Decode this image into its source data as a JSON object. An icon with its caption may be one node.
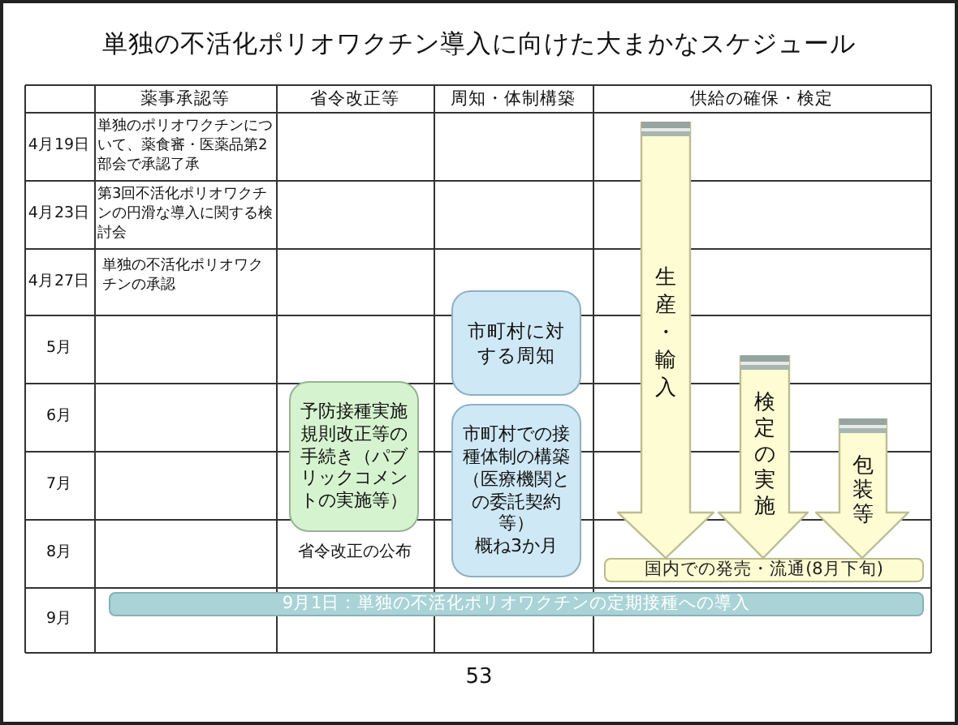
{
  "diagram": {
    "title": "単独の不活化ポリオワクチン導入に向けた大まかなスケジュール",
    "nodes": [
      {
        "text": [
          "市町村に対する周知"
        ]
      },
      {
        "text": [
          "予防接種実施規則改正等の手続き（パブリックコメントの実施等）"
        ]
      },
      {
        "text": [
          "市町村での接種体制の構築（医療機関との委託契約等）",
          "概ね3か月"
        ]
      },
      {
        "text": [
          "国内での発売・流通(8月下旬)"
        ]
      },
      {
        "text": [
          "9月1日：単独の不活化ポリオワクチンの定期接種への導入"
        ]
      }
    ],
    "edges": [
      {
        "from": null,
        "to": 3,
        "arrow": "to",
        "label": "生産・輸入"
      },
      {
        "from": null,
        "to": 3,
        "arrow": "to",
        "label": "検定の実施"
      },
      {
        "from": null,
        "to": 3,
        "arrow": "to",
        "label": "包装等"
      }
    ],
    "labels": [
      "薬事承認等",
      "省令改正等",
      "周知・体制構築",
      "供給の確保・検定",
      "4月19日",
      "単独のポリオワクチンについて、薬食審・医薬品第2部会で承認了承",
      "4月23日",
      "第3回不活化ポリオワクチンの円滑な導入に関する検討会",
      "4月27日",
      "単独の不活化ポリオワクチンの承認",
      "5月",
      "6月",
      "7月",
      "8月",
      "省令改正の公布",
      "9月",
      "53"
    ]
  }
}
